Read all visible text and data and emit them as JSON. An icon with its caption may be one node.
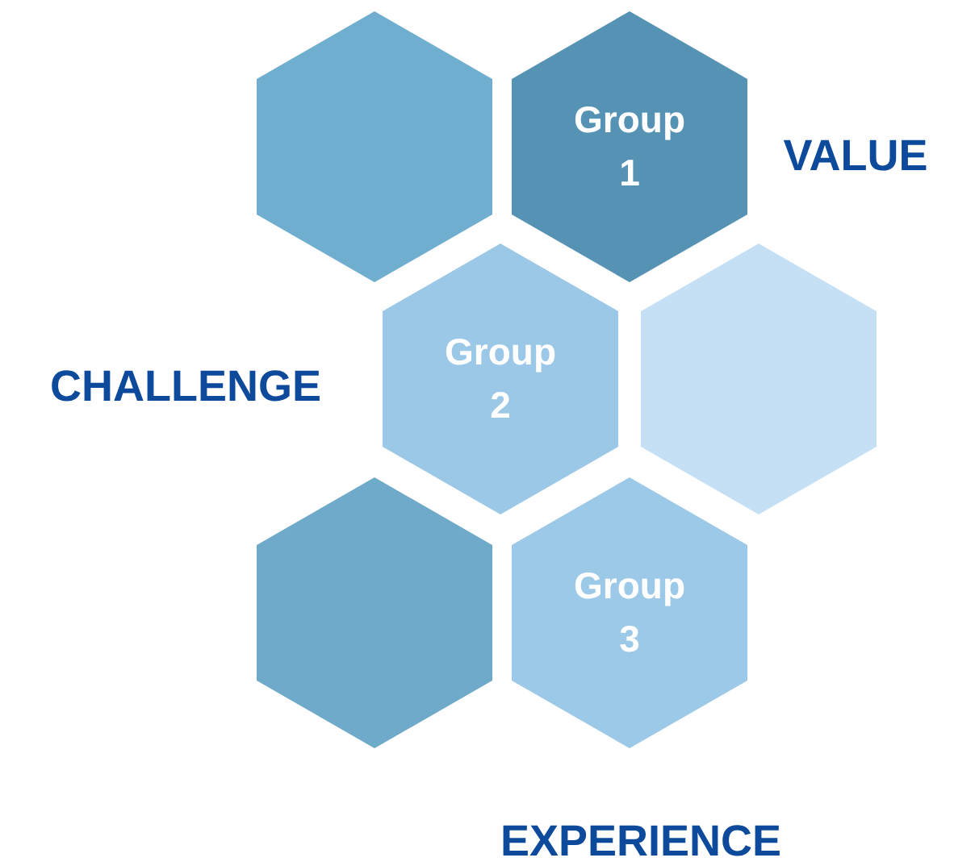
{
  "diagram": {
    "nodes": [
      {
        "text": [],
        "shape": "hexagon"
      },
      {
        "text": [
          "Group 1"
        ]
      },
      {
        "text": [
          "Group 2"
        ]
      },
      {
        "text": [],
        "shape": "hexagon"
      },
      {
        "text": [],
        "shape": "hexagon"
      },
      {
        "text": [
          "Group 3"
        ]
      }
    ],
    "labels": [
      "VALUE",
      "CHALLENGE",
      "EXPERIENCE"
    ]
  }
}
